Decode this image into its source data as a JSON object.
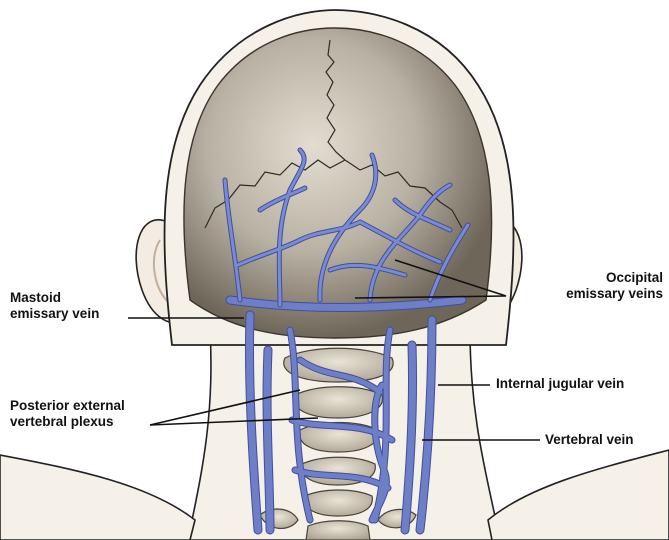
{
  "labels": {
    "mastoid": {
      "line1": "Mastoid",
      "line2": "emissary vein"
    },
    "occipital": {
      "line1": "Occipital",
      "line2": "emissary veins"
    },
    "posterior": {
      "line1": "Posterior external",
      "line2": "vertebral plexus"
    },
    "internal_jugular": "Internal jugular vein",
    "vertebral": "Vertebral vein"
  },
  "colors": {
    "vein": "#6f7fc7",
    "vein_edge": "#3f4f9a",
    "skull_light": "#e0d9cc",
    "skull_dark": "#7a7164",
    "skin": "#f5f0e8",
    "outline": "#222222",
    "leader": "#111111"
  }
}
